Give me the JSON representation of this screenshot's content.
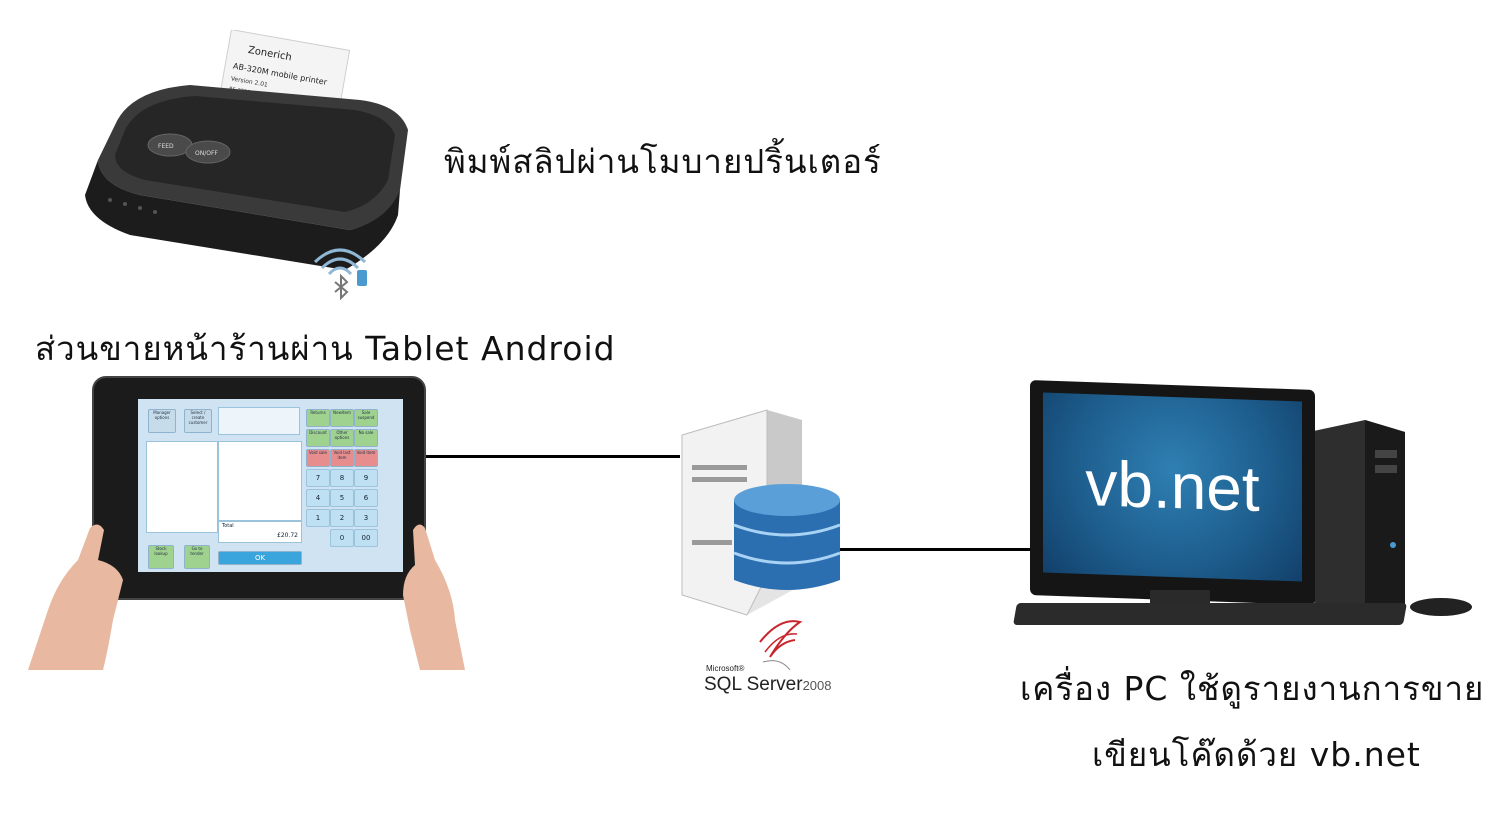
{
  "labels": {
    "printer": "พิมพ์สลิปผ่านโมบายปริ้นเตอร์",
    "tablet": "ส่วนขายหน้าร้านผ่าน Tablet Android",
    "pc_line1": "เครื่อง PC ใช้ดูรายงานการขาย",
    "pc_line2": "เขียนโค๊ดด้วย vb.net"
  },
  "printer_device": {
    "brand": "Zonerich",
    "model": "AB-320M mobile printer",
    "version": "Version 2.01",
    "interfaces": "RS-232C,USB2.0,Bluetooth Support",
    "btn_left": "FEED",
    "btn_right": "ON/OFF"
  },
  "server": {
    "vendor": "Microsoft®",
    "product": "SQL Server",
    "version": "2008"
  },
  "monitor": {
    "screen_text": "vb.net"
  },
  "tablet_ui": {
    "manager_options": "Manager options",
    "select_customer": "Select / create customer",
    "returns": "Returns",
    "newitem": "Newitem",
    "sale_suspend": "Sale suspend",
    "discount": "Discount",
    "other_options": "Other options",
    "no_sale": "No sale",
    "void_sale": "Void sale",
    "void_last_item": "Void last item",
    "void_item": "Void item",
    "keys": [
      "7",
      "8",
      "9",
      "4",
      "5",
      "6",
      "1",
      "2",
      "3",
      "0",
      "00"
    ],
    "total_label": "Total",
    "total_value": "£20.72",
    "ok": "OK",
    "stock_lookup": "Stock lookup",
    "go_to_tender": "Go to tender"
  }
}
